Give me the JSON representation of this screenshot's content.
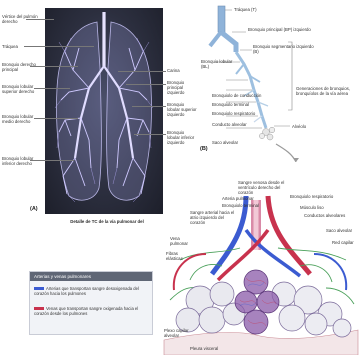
{
  "panel_a_letter": "(A)",
  "panel_b_letter": "(B)",
  "ct_caption": "Detalle de TC de la vía pulmonar del",
  "left_labels": {
    "l1": "Vértice del pulmón derecho",
    "l2": "Tráquea",
    "l3": "Bronquio derecho principal",
    "l4": "Bronquio lobular superior derecho",
    "l5": "Bronquio lobular medio derecho",
    "l6": "Bronquio lobular inferior derecho"
  },
  "mid_labels": {
    "m1": "Carina",
    "m2": "Bronquio principal izquierdo",
    "m3": "Bronquio lobular superior izquierdo",
    "m4": "Bronquio lobular inferior izquierdo"
  },
  "right_labels": {
    "r1": "Tráquea (T)",
    "r2": "Bronquio principal (BP) izquierdo",
    "r3": "Bronquio segmentario izquierdo (B)",
    "r4": "Bronquio lobular (BL)",
    "r5": "Bronquiolo de conducción",
    "r6": "Bronquiolo terminal",
    "r7": "Bronquiolo respiratorio",
    "r8": "Conducto alveolar",
    "r9": "Saco alveolar",
    "r10": "Alvéolo",
    "r11": "Generaciones de bronquios, bronquíolos de la vía aérea"
  },
  "bottom_labels": {
    "b1": "Sangre venosa desde el ventrículo derecho del corazón",
    "b2": "Arteria pulmonar",
    "b3": "Bronquiolo terminal",
    "b4": "Sangre arterial hacia el atrio izquierdo del corazón",
    "b5": "Vena pulmonar",
    "b6": "Fibras elásticas",
    "b7": "Bronquiolo respiratorio",
    "b8": "Músculo liso",
    "b9": "Conductos alveolares",
    "b10": "Saco alveolar",
    "b11": "Red capilar",
    "b12": "Plexo capilar alveolar",
    "b13": "Pleura visceral"
  },
  "legend": {
    "header": "Arterias y venas pulmonares",
    "row1": "Arterias que transportan sangre desoxigenada del corazón hacia los pulmones",
    "row2": "Venas que transportan sangre oxigenada hacia el corazón desde los pulmones",
    "color_arterial": "#3b5bd1",
    "color_venous": "#c8324d"
  }
}
